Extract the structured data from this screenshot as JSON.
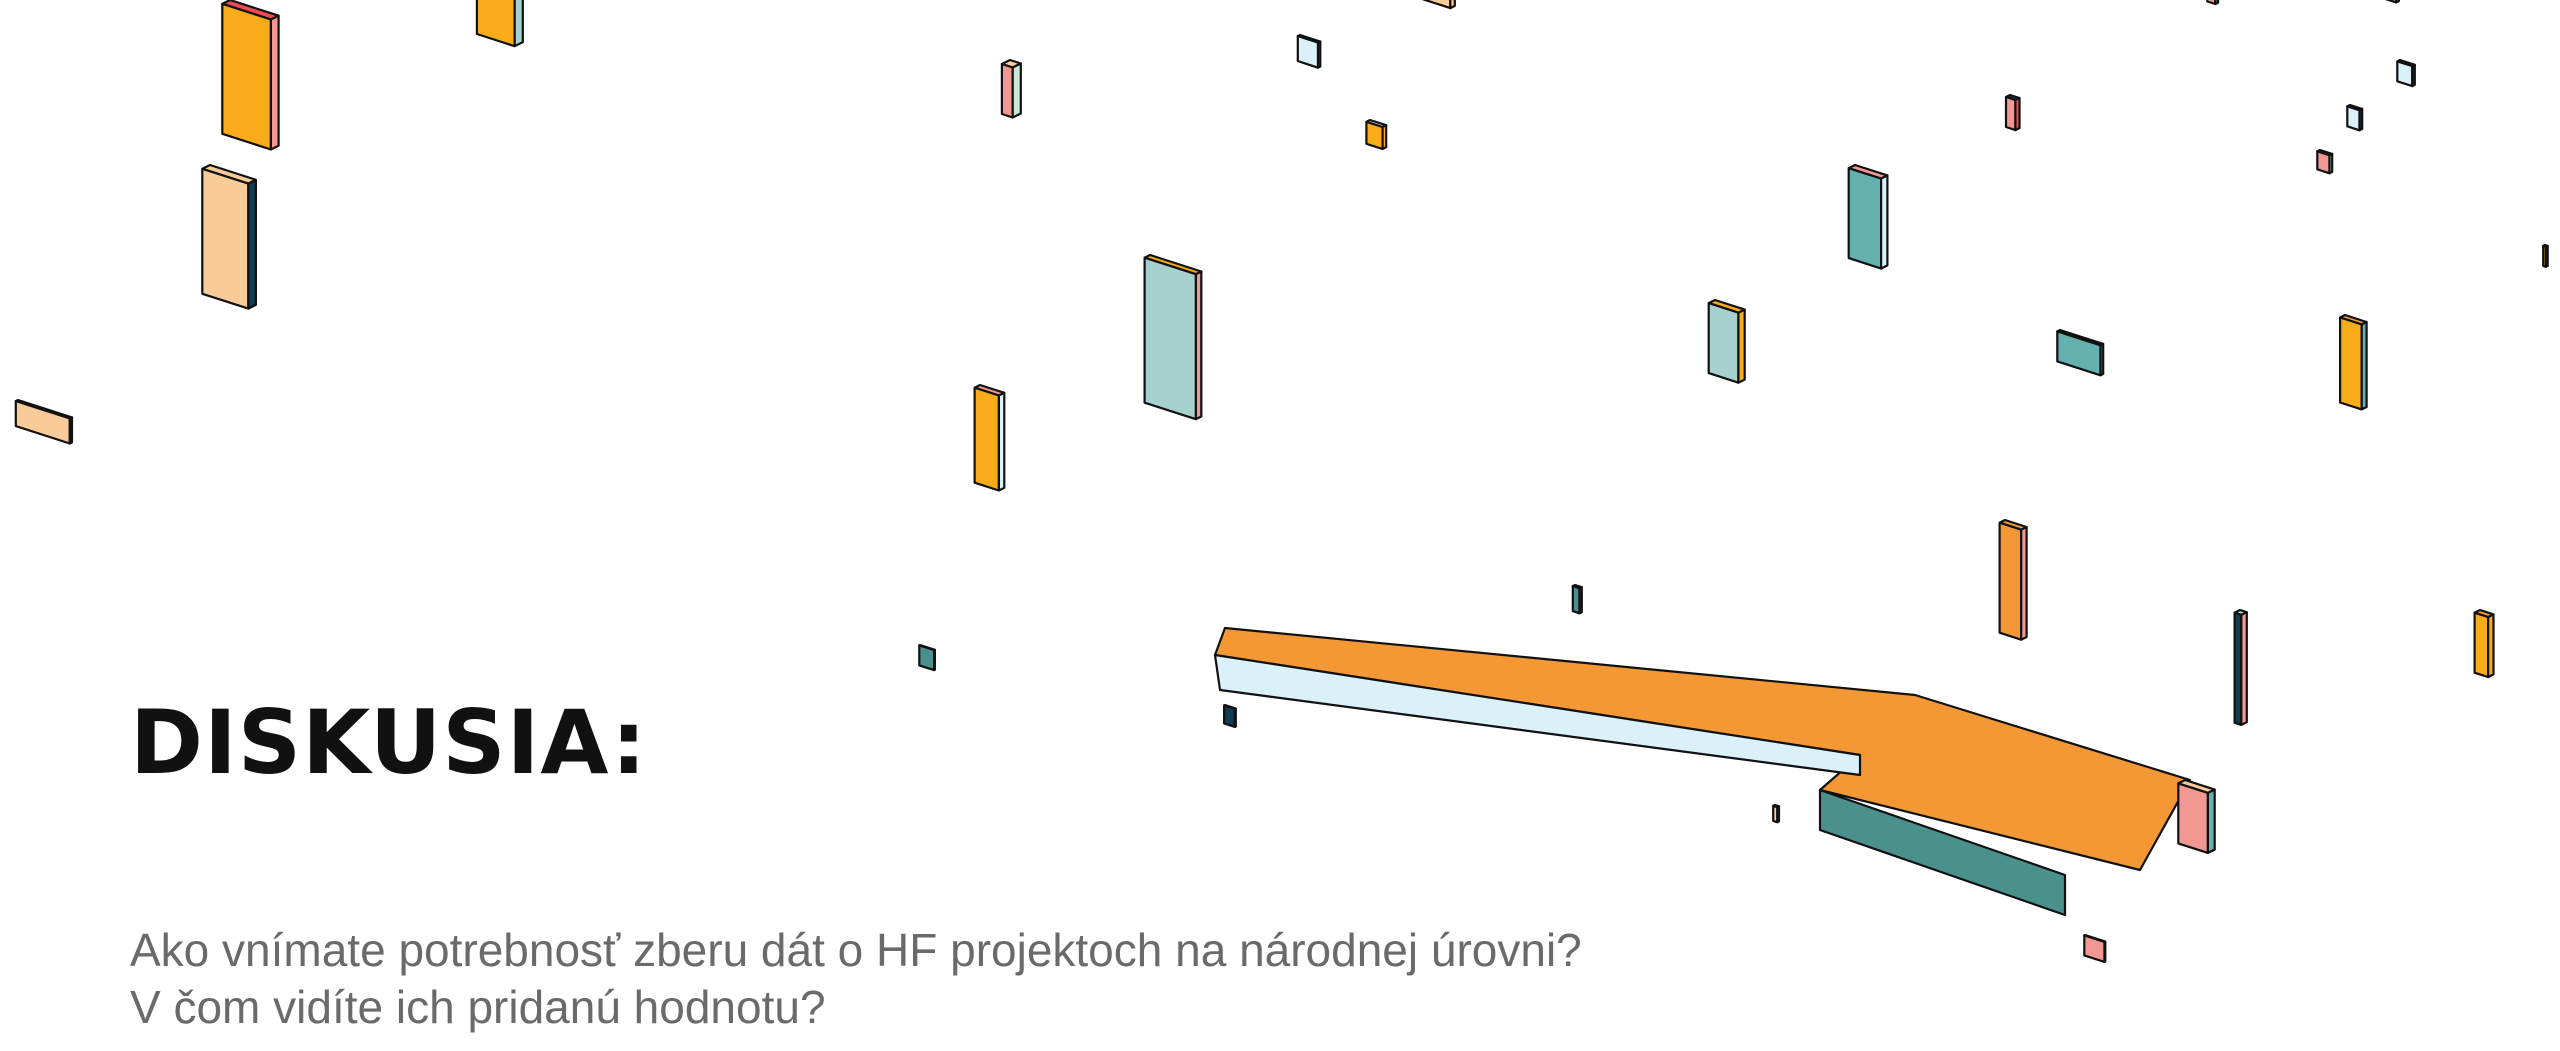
{
  "slide": {
    "heading": "DISKUSIA:",
    "question_lines": [
      "Ako vnímate potrebnosť zberu dát o HF projektoch na národnej úrovni?",
      "V čom vidíte ich pridanú hodnotu?"
    ]
  },
  "illustration": {
    "name": "isometric-city-blocks",
    "palette": {
      "orange": "#F9AB1A",
      "deep_orange": "#F49835",
      "red": "#F44A4F",
      "pink": "#F29893",
      "peach": "#F9CB98",
      "light_teal": "#A6D1CE",
      "teal": "#65B1AF",
      "dark_teal": "#4A918D",
      "navy": "#0E3C52",
      "light_blue": "#DAF1F9",
      "mint": "#C9E6D6"
    }
  }
}
